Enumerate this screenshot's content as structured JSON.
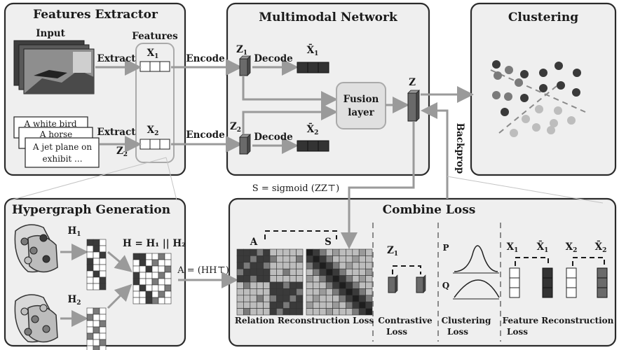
{
  "panels": {
    "features_extractor": "Features Extractor",
    "multimodal_network": "Multimodal Network",
    "clustering": "Clustering",
    "hypergraph_generation": "Hypergraph Generation",
    "combine_loss": "Combine Loss"
  },
  "extractor": {
    "input_label": "Input",
    "features_label": "Features",
    "extract1": "Extract",
    "extract2": "Extract",
    "x1": "X",
    "x1_sub": "1",
    "x2": "X",
    "x2_sub": "2",
    "z2_side": "Z",
    "z2_side_sub": "2",
    "captions": [
      "A white bird",
      "A horse",
      "A jet plane on",
      "exhibit ..."
    ]
  },
  "network": {
    "encode1": "Encode",
    "encode2": "Encode",
    "z1": "Z",
    "z1_sub": "1",
    "z2": "Z",
    "z2_sub": "2",
    "decode1": "Decode",
    "decode2": "Decode",
    "xbar1": "X̄",
    "xbar1_sub": "1",
    "xbar2": "X̄",
    "xbar2_sub": "2",
    "fusion1": "Fusion",
    "fusion2": "layer",
    "z": "Z",
    "backprop": "Backprop",
    "similarity_eq": "S = sigmoid (ZZ⊤)"
  },
  "hypergraph": {
    "h1": "H",
    "h1_sub": "1",
    "h2": "H",
    "h2_sub": "2",
    "h_eq": "H = H₁ || H₂",
    "a_eq": "A = (HH⊤)"
  },
  "loss": {
    "a": "A",
    "s": "S",
    "relation_loss": "Relation Reconstruction Loss",
    "z1": "Z",
    "z1_sub": "1",
    "contrastive1": "Contrastive",
    "contrastive2": "Loss",
    "p": "P",
    "q": "Q",
    "clustering1": "Clustering",
    "clustering2": "Loss",
    "lx1": "X",
    "lx1_sub": "1",
    "lxbar1": "X̄",
    "lxbar1_sub": "1",
    "lx2": "X",
    "lx2_sub": "2",
    "lxbar2": "X̄",
    "lxbar2_sub": "2",
    "feature1": "Feature Reconstruction",
    "feature2": "Loss"
  },
  "colors": {
    "dark": "#3a3a3a",
    "mid": "#7a7a7a",
    "light": "#bdbdbd",
    "panel": "#efefef"
  }
}
